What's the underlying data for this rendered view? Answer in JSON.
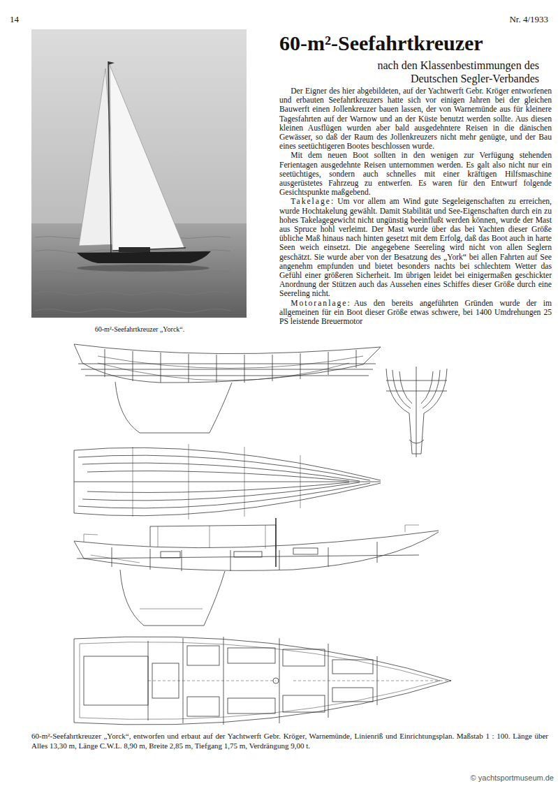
{
  "diagram": {
    "title": "60-m²-Seefahrtkreuzer",
    "caption": "60-m²-Seefahrtkreuzer „Yorck“, entworfen und erbaut auf der Yachtwerft Gebr. Kröger, Warnemünde, Linienriß und Einrichtungsplan. Maßstab 1 : 100. Länge über Alles 13,30 m, Länge C.W.L. 8,90 m, Breite 2,85 m, Tiefgang 1,75 m, Verdrängung 9,00 t.",
    "labels": [
      "14",
      "Nr. 4/1933",
      "nach den Klassenbestimmungen des Deutschen Segler-Verbandes",
      "Der Eigner des hier abgebildeten, auf der Yachtwerft Gebr. Kröger entworfenen und erbauten Seefahrtkreuzers hatte sich vor einigen Jahren bei der gleichen Bauwerft einen Jollenkreuzer bauen lassen, der von Warnemünde aus für kleinere Tagesfahrten auf der Warnow und an der Küste benutzt werden sollte. Aus diesen kleinen Ausflügen wurden aber bald ausgedehntere Reisen in die dänischen Gewässer, so daß der Raum des Jollenkreuzers nicht mehr genügte, und der Bau eines seetüchtigeren Bootes beschlossen wurde.",
      "Mit dem neuen Boot sollten in den wenigen zur Verfügung stehenden Ferientagen ausgedehnte Reisen unternommen werden. Es galt also nicht nur ein seetüchtiges, sondern auch schnelles mit einer kräftigen Hilfsmaschine ausgerüstetes Fahrzeug zu entwerfen. Es waren für den Entwurf folgende Gesichtspunkte maßgebend.",
      "Takelage:",
      "Um vor allem am Wind gute Segeleigenschaften zu erreichen, wurde Hochtakelung gewählt. Damit Stabilität und See-Eigenschaften durch ein zu hohes Takelagegewicht nicht ungünstig beeinflußt werden können, wurde der Mast aus Spruce hohl verleimt. Der Mast wurde über das bei Yachten dieser Größe übliche Maß hinaus nach hinten gesetzt mit dem Erfolg, daß das Boot auch in harte Seen weich einsetzt. Die angegebene Seereling wird nicht von allen Seglern geschätzt. Sie wurde aber von der Besatzung des „York“ bei allen Fahrten auf See angenehm empfunden und bietet besonders nachts bei schlechtem Wetter das Gefühl einer größeren Sicherheit. Im übrigen leidet bei einigermaßen geschickter Anordnung der Stützen auch das Aussehen eines Schiffes dieser Größe durch eine Seereling nicht.",
      "Motoranlage:",
      "Aus den bereits angeführten Gründen wurde der im allgemeinen für ein Boot dieser Größe etwas schwere, bei 1400 Umdrehungen 25 PS leistende Breuermotor",
      "60-m²-Seefahrtkreuzer „Yorck“.",
      "© yachtsportmuseum.de"
    ]
  }
}
